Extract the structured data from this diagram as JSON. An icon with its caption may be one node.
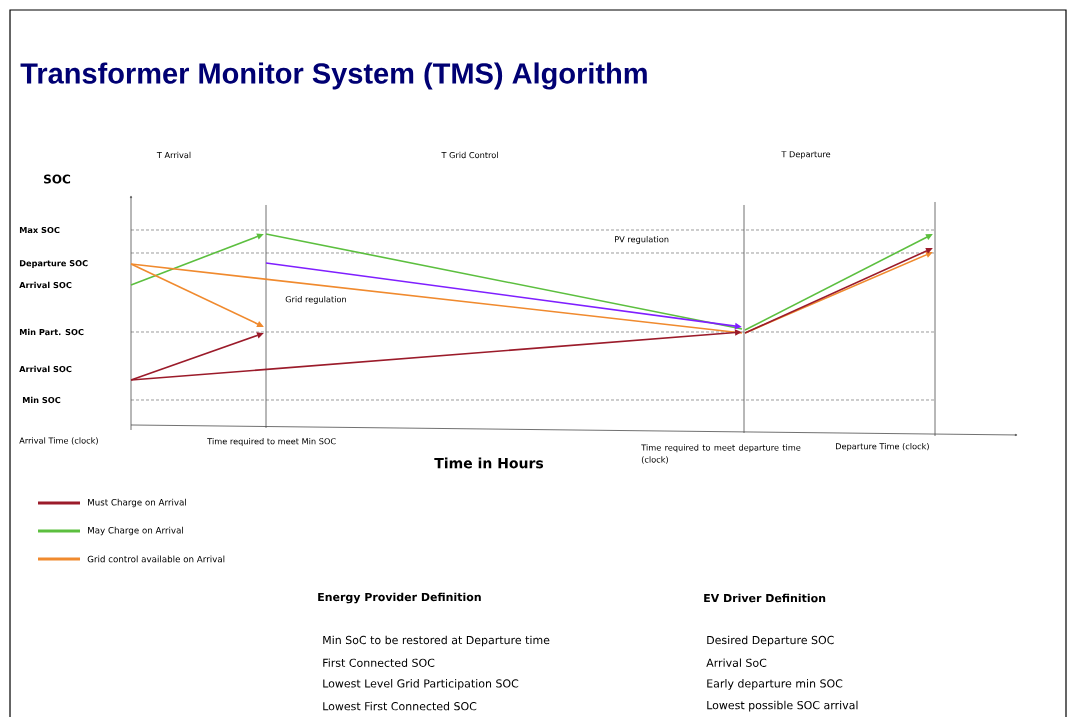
{
  "diagram": {
    "title": "Transformer Monitor System (TMS) Algorithm",
    "labels": [
      "T Arrival",
      "T Grid Control",
      "T Departure",
      "SOC",
      "Max SOC",
      "PV regulation",
      "Departure SOC",
      "Arrival SOC",
      "Grid regulation",
      "Min Part. SOC",
      "Arrival SOC",
      "Min SOC",
      "Arrival Time (clock)",
      "Time required to meet Min SOC",
      "Time required to meet departure time (clock)",
      "Departure Time (clock)",
      "Time in Hours",
      "Energy Provider Definition",
      "EV Driver Definition",
      "Min SoC to be restored at Departure time",
      "Desired Departure SOC",
      "First Connected SOC",
      "Arrival SoC",
      "Lowest Level Grid Participation SOC",
      "Early departure min SOC",
      "Lowest First Connected SOC",
      "Lowest possible SOC arrival"
    ],
    "legend": [
      {
        "text": "Must Charge on Arrival",
        "color": "#9b1b2a"
      },
      {
        "text": "May Charge on Arrival",
        "color": "#5cbf3f"
      },
      {
        "text": "Grid control available on Arrival",
        "color": "#f08a2e"
      }
    ]
  }
}
